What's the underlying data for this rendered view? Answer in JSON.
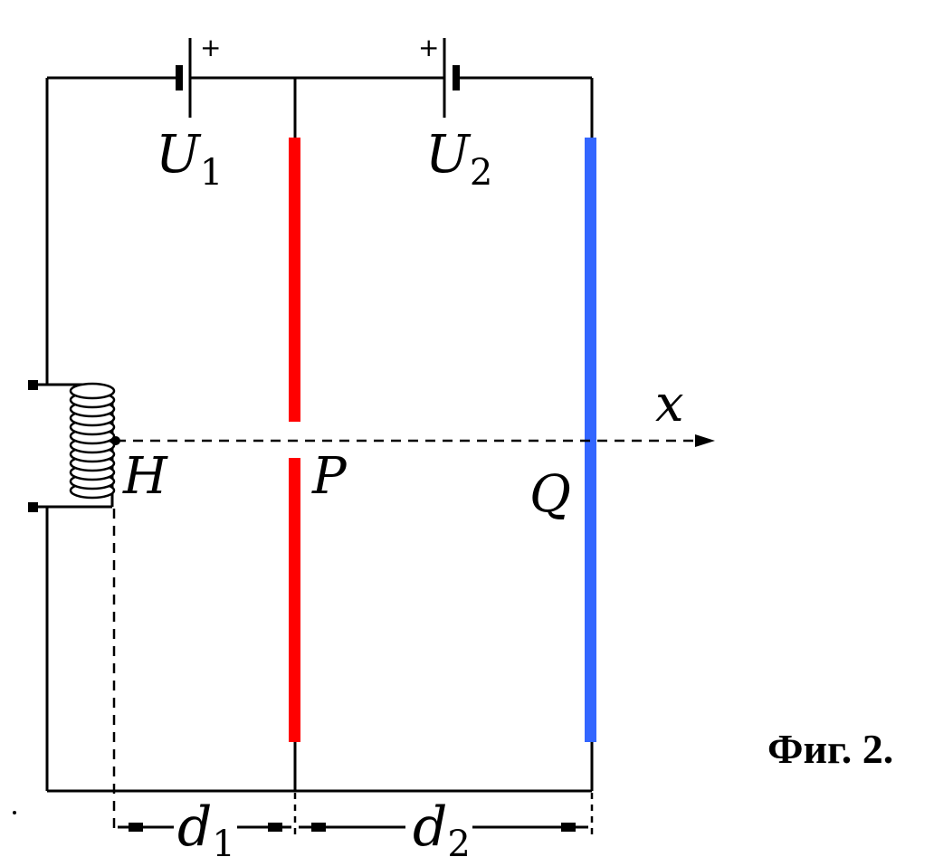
{
  "labels": {
    "u1": "U",
    "u1_sub": "1",
    "u2": "U",
    "u2_sub": "2",
    "plus1": "+",
    "plus2": "+",
    "x": "x",
    "h": "H",
    "p": "P",
    "q": "Q",
    "d1": "d",
    "d1_sub": "1",
    "d2": "d",
    "d2_sub": "2",
    "caption": "Фиг. 2."
  },
  "colors": {
    "plate_p": "#ff0000",
    "plate_q": "#3366ff",
    "wire": "#000000"
  }
}
